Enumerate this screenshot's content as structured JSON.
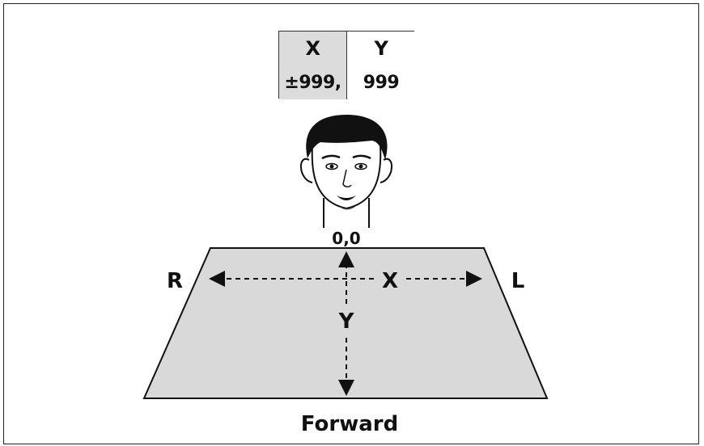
{
  "table": {
    "header_x": "X",
    "header_y": "Y",
    "value_x": "±999,",
    "value_y": "999"
  },
  "diagram": {
    "origin_label": "0,0",
    "left_side_label": "R",
    "right_side_label": "L",
    "x_axis_label": "X",
    "y_axis_label": "Y",
    "bottom_label": "Forward"
  },
  "colors": {
    "floor_fill": "#d9d9d9",
    "table_x_fill": "#dcdcdc",
    "stroke": "#111111"
  },
  "icons": {
    "head": "person-head-icon"
  }
}
